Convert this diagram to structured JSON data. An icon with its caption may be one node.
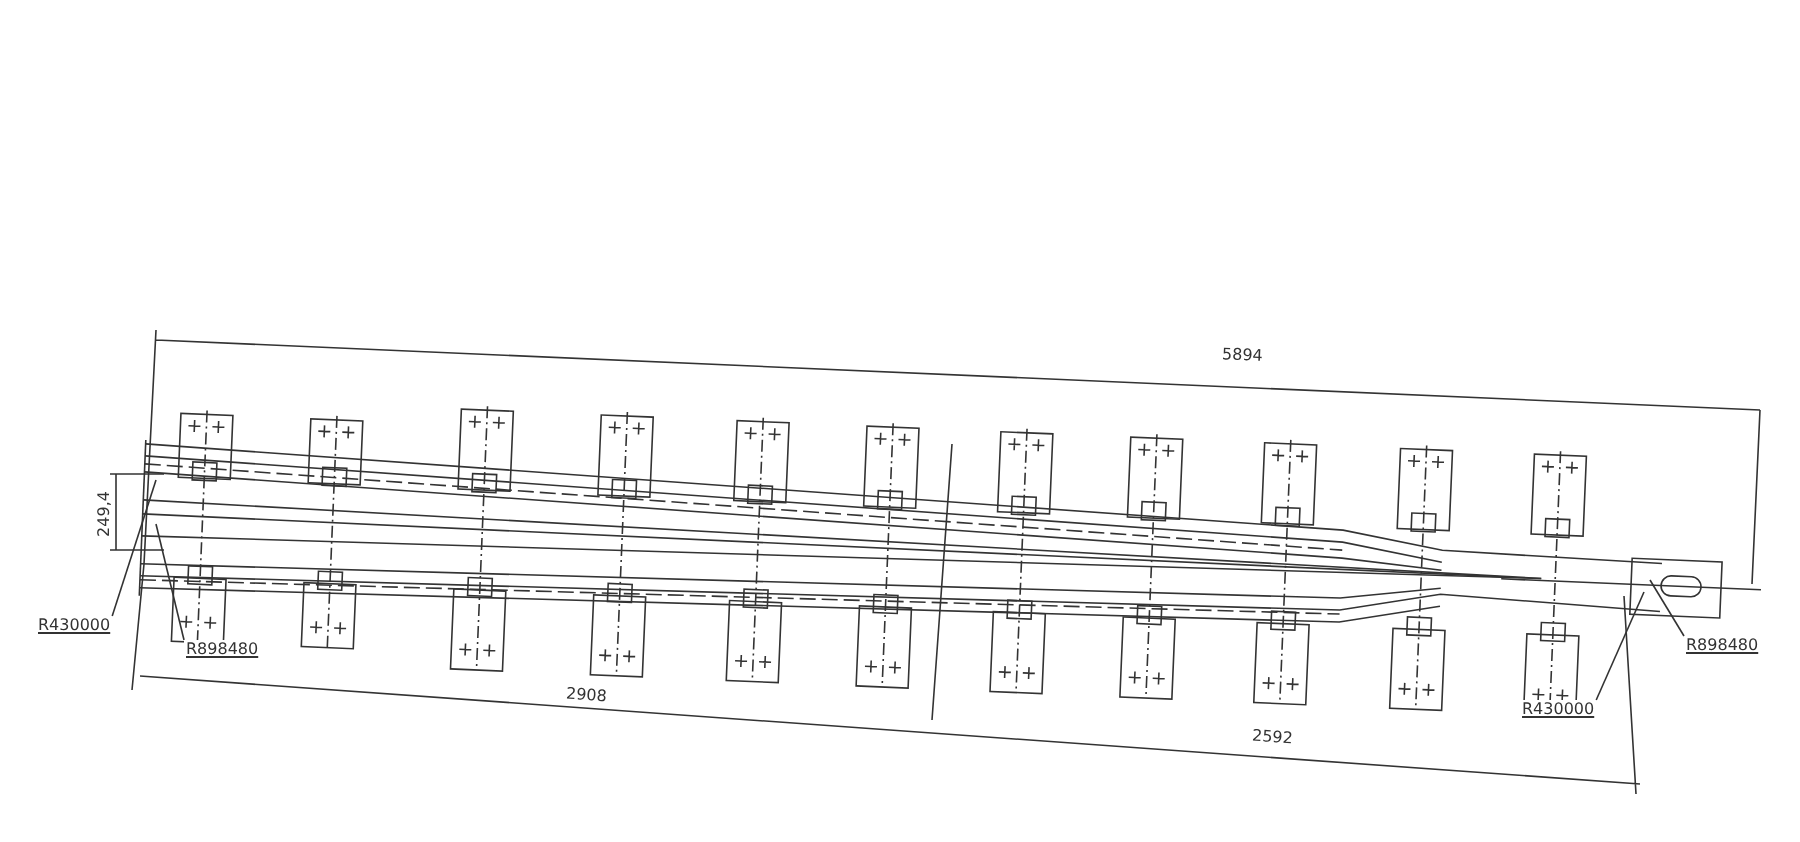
{
  "diagram": {
    "nodes": [
      {
        "text": [
          "R430000"
        ]
      },
      {
        "text": [
          "R898480"
        ]
      },
      {
        "text": [
          "R898480"
        ]
      },
      {
        "text": [
          "R430000"
        ]
      }
    ],
    "edges": [
      {
        "from": 0,
        "to": null,
        "arrow": "none"
      },
      {
        "from": 1,
        "to": null,
        "arrow": "none"
      },
      {
        "from": 2,
        "to": null,
        "arrow": "none"
      },
      {
        "from": 3,
        "to": null,
        "arrow": "none"
      }
    ],
    "labels": [
      "5894",
      "249,4",
      "2908",
      "2592"
    ]
  }
}
